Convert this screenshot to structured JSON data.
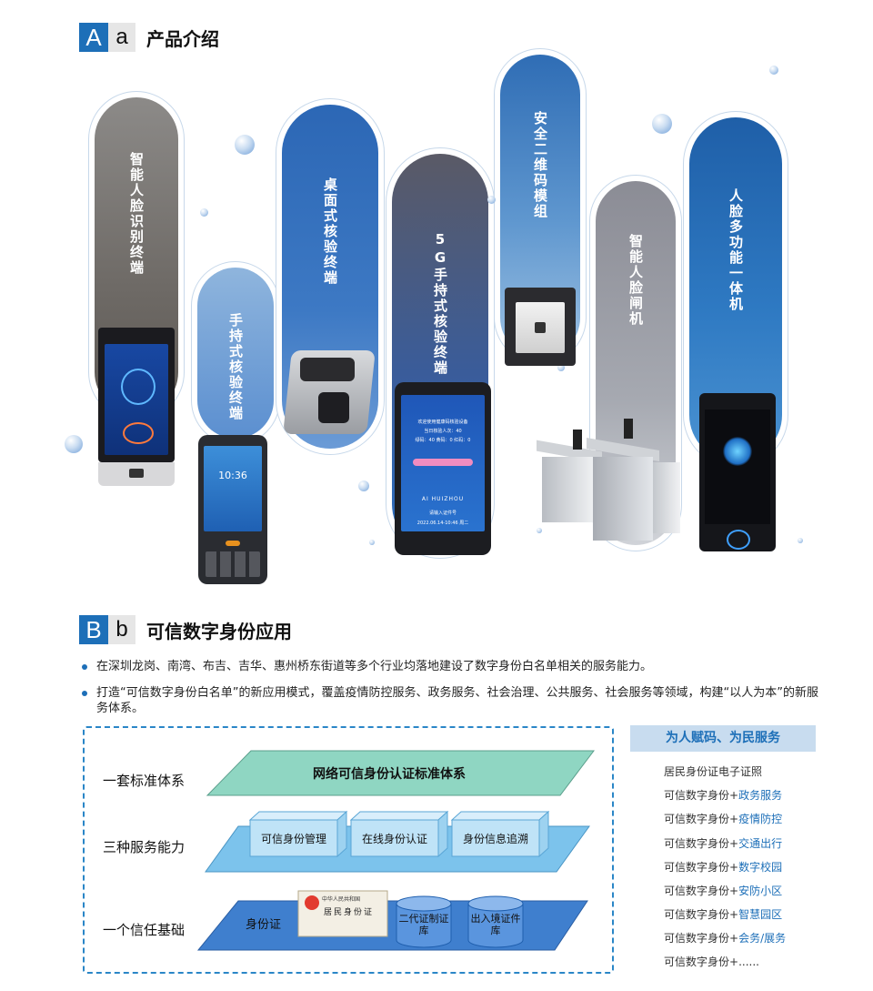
{
  "sectionA": {
    "letter_big": "A",
    "letter_small": "a",
    "title": "产品介绍"
  },
  "products": [
    {
      "label": "智能人脸识别终端"
    },
    {
      "label": "手持式核验终端"
    },
    {
      "label": "桌面式核验终端"
    },
    {
      "label": "5G手持式核验终端"
    },
    {
      "label": "安全二维码模组"
    },
    {
      "label": "智能人脸闸机"
    },
    {
      "label": "人脸多功能一体机"
    }
  ],
  "handheld_time": "10:36",
  "phone5g": {
    "title": "欢迎使用健康码核验设备",
    "line1": "当日核验人次：40",
    "line2": "绿码：40   黄码：0   红码：0",
    "brand": "AI HUIZHOU",
    "prompt": "请输入证件号",
    "time": "2022.06.14-10:46 周二"
  },
  "sectionB": {
    "letter_big": "B",
    "letter_small": "b",
    "title": "可信数字身份应用"
  },
  "bullets": [
    "在深圳龙岗、南湾、布吉、吉华、惠州桥东街道等多个行业均落地建设了数字身份白名单相关的服务能力。",
    "打造“可信数字身份白名单”的新应用模式，覆盖疫情防控服务、政务服务、社会治理、公共服务、社会服务等领域，构建“以人为本”的新服务体系。"
  ],
  "diagram": {
    "row1_label": "一套标准体系",
    "row1_plate": "网络可信身份认证标准体系",
    "row2_label": "三种服务能力",
    "row2_boxes": [
      "可信身份管理",
      "在线身份认证",
      "身份信息追溯"
    ],
    "row3_label": "一个信任基础",
    "row3_id": "身份证",
    "idcard_top": "中华人民共和国",
    "idcard_main": "居民身份证",
    "db1": "二代证制证库",
    "db2": "出入境证件库"
  },
  "services": {
    "header": "为人赋码、为民服务",
    "first": "居民身份证电子证照",
    "prefix": "可信数字身份+",
    "items": [
      "政务服务",
      "疫情防控",
      "交通出行",
      "数字校园",
      "安防小区",
      "智慧园区",
      "会务/展务",
      "......"
    ]
  },
  "colors": {
    "accent": "#1d6fb8",
    "header_bg": "#c8dcef",
    "teal": "#8fd6c2",
    "light_blue": "#7cc3ec",
    "mid_blue": "#3f7fce"
  }
}
